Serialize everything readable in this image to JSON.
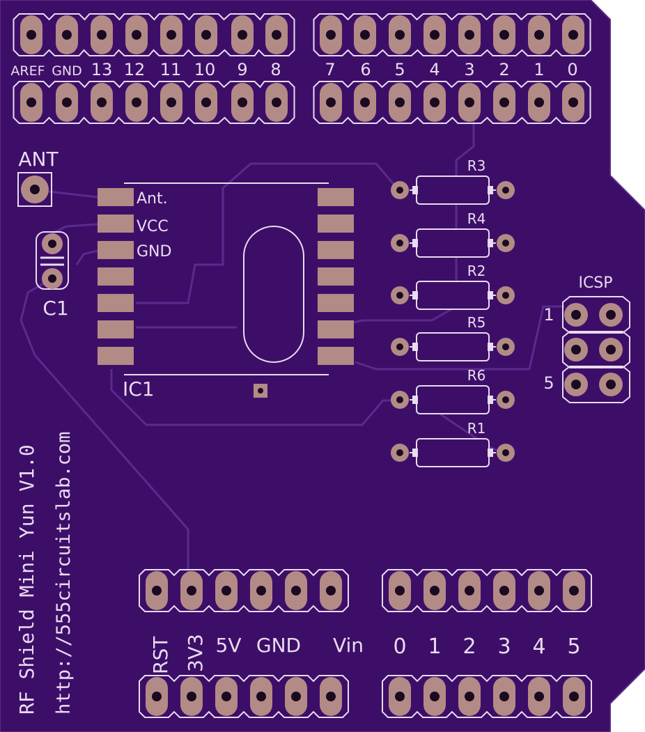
{
  "colors": {
    "board": "#3d0e68",
    "board_edge": "#5b2a85",
    "pad": "#b38b86",
    "hole": "#1a0a22",
    "silkscreen": "#e8dcf0",
    "trace": "#5a2a8e"
  },
  "header_top": {
    "left_labels": [
      "AREF",
      "GND",
      "13",
      "12",
      "11",
      "10",
      "9",
      "8"
    ],
    "right_labels": [
      "7",
      "6",
      "5",
      "4",
      "3",
      "2",
      "1",
      "0"
    ]
  },
  "antenna": {
    "label": "ANT"
  },
  "capacitor": {
    "label": "C1"
  },
  "ic": {
    "label": "IC1",
    "pin_labels": [
      "Ant.",
      "VCC",
      "GND"
    ]
  },
  "resistors": [
    "R3",
    "R4",
    "R2",
    "R5",
    "R6",
    "R1"
  ],
  "icsp": {
    "label": "ICSP",
    "pin_first": "1",
    "pin_last": "5"
  },
  "header_bottom": {
    "power_labels": [
      "RST",
      "3V3",
      "5V",
      "GND",
      "Vin"
    ],
    "analog_labels": [
      "0",
      "1",
      "2",
      "3",
      "4",
      "5"
    ]
  },
  "board_text": {
    "title": "RF Shield Mini Yun V1.0",
    "url": "http://555circuitslab.com"
  },
  "icons": [
    "pcb-board",
    "pin-pad",
    "via-icon",
    "resistor-footprint",
    "crystal-outline"
  ]
}
